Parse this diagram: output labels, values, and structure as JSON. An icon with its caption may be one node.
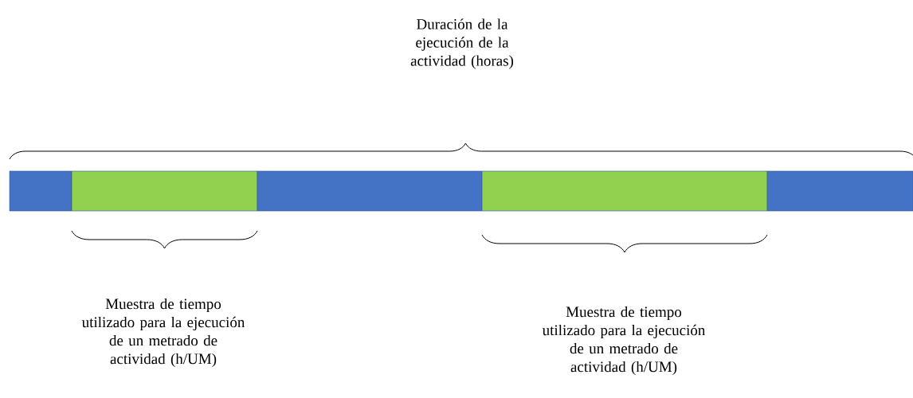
{
  "diagram": {
    "nodes": [
      {
        "text": [],
        "shape": "bar"
      },
      {
        "text": [],
        "shape": "bar"
      },
      {
        "text": [],
        "shape": "bar"
      },
      {
        "text": [],
        "shape": "bar"
      },
      {
        "text": [],
        "shape": "bar"
      }
    ],
    "labels": [
      "Duración de la ejecución de la actividad (horas)",
      "Muestra de tiempo utilizado para la ejecución de un metrado de actividad (h/UM)",
      "Muestra de tiempo utilizado para la ejecución de un metrado de actividad (h/UM)"
    ]
  }
}
